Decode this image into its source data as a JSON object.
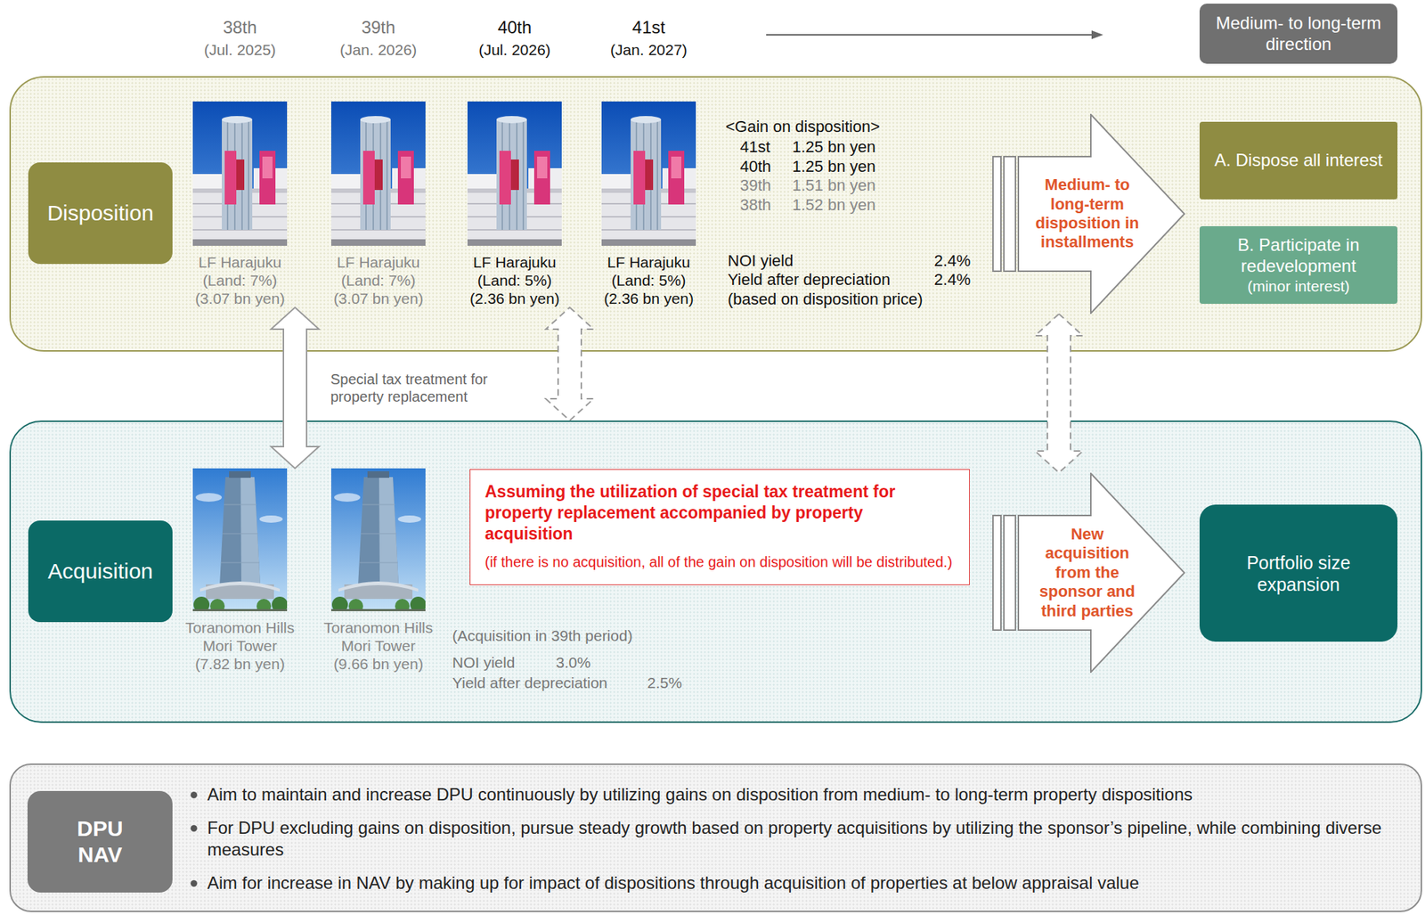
{
  "diagram": {
    "nodes": [
      {
        "text": [
          "Medium- to long-term direction"
        ]
      },
      {
        "text": [
          "<Gain on disposition>",
          "41st",
          "1.25 bn yen",
          "40th",
          "1.25 bn yen",
          "39th",
          "1.51 bn yen",
          "38th",
          "1.52 bn yen",
          "NOI yield",
          "2.4%",
          "Yield after depreciation",
          "2.4%",
          "(based on disposition price)"
        ]
      },
      {
        "text": [
          "Disposition"
        ],
        "in": 1
      },
      {
        "text": [
          "LF Harajuku",
          "(Land: 7%)",
          "(3.07 bn yen)"
        ],
        "in": 1
      },
      {
        "text": [
          "LF Harajuku",
          "(Land: 7%)",
          "(3.07 bn yen)"
        ],
        "in": 1
      },
      {
        "text": [
          "LF Harajuku",
          "(Land: 5%)",
          "(2.36 bn yen)"
        ],
        "in": 1
      },
      {
        "text": [
          "LF Harajuku",
          "(Land: 5%)",
          "(2.36 bn yen)"
        ],
        "in": 1
      },
      {
        "text": [
          "Medium- to long-term disposition in installments"
        ],
        "in": 1
      },
      {
        "text": [
          "A. Dispose all interest"
        ],
        "in": 1
      },
      {
        "text": [
          "B. Participate in redevelopment",
          "(minor interest)"
        ],
        "in": 1
      },
      {
        "text": [
          "(Acquisition in 39th period)",
          "NOI yield",
          "3.0%",
          "Yield after depreciation",
          "2.5%"
        ]
      },
      {
        "text": [
          "Acquisition"
        ],
        "in": 10
      },
      {
        "text": [
          "Toranomon Hills Mori Tower",
          "(7.82 bn yen)"
        ],
        "in": 10
      },
      {
        "text": [
          "Toranomon Hills Mori Tower",
          "(9.66 bn yen)"
        ],
        "in": 10
      },
      {
        "text": [
          "Assuming the utilization of special tax treatment for property replacement accompanied by property acquisition",
          "(if there is no acquisition, all of the gain on disposition will be distributed.)"
        ],
        "in": 10
      },
      {
        "text": [
          "New acquisition from the sponsor and third parties"
        ],
        "in": 10
      },
      {
        "text": [
          "Portfolio size expansion"
        ],
        "in": 10
      },
      {
        "text": [
          "Aim to maintain and increase DPU continuously by utilizing gains on disposition from medium- to long-term property dispositions",
          "For DPU excluding gains on disposition, pursue steady growth based on property acquisitions by utilizing the sponsor’s pipeline, while combining diverse measures",
          "Aim for increase in NAV by making up for impact of dispositions through acquisition of properties at below appraisal value"
        ]
      },
      {
        "text": [
          "DPU NAV"
        ],
        "in": 17
      }
    ],
    "edges": [
      {
        "from": 3,
        "to": 12,
        "arrow": "both",
        "label": "Special tax treatment for property replacement"
      },
      {
        "from": 5,
        "to": 10,
        "arrow": "both"
      },
      {
        "from": 7,
        "to": 15,
        "arrow": "both"
      }
    ],
    "labels": [
      "38th",
      "(Jul. 2025)",
      "39th",
      "(Jan. 2026)",
      "40th",
      "(Jul. 2026)",
      "41st",
      "(Jan. 2027)"
    ]
  }
}
